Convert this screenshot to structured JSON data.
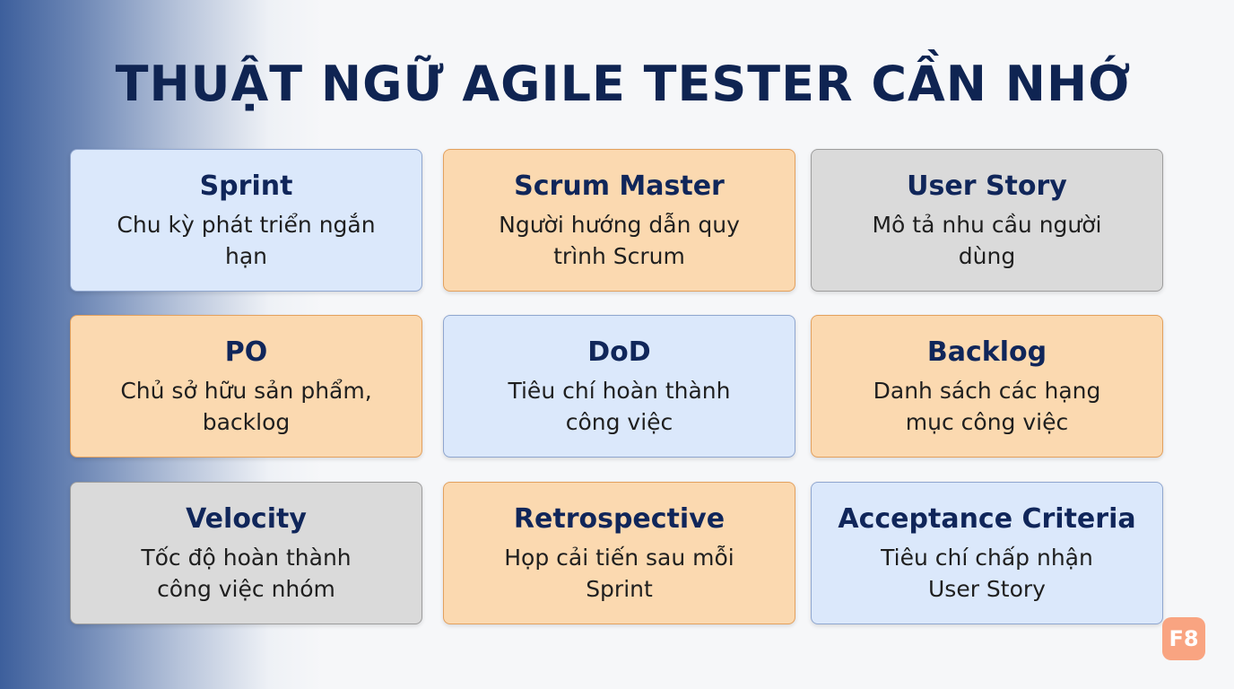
{
  "title": "THUẬT NGỮ AGILE TESTER CẦN NHỚ",
  "cards": [
    {
      "term": "Sprint",
      "desc": "Chu kỳ phát triển ngắn hạn",
      "color": "#dbe8fb"
    },
    {
      "term": "Scrum Master",
      "desc": "Người hướng dẫn quy trình Scrum",
      "color": "#fbd9b0"
    },
    {
      "term": "User Story",
      "desc": "Mô tả nhu cầu người dùng",
      "color": "#dadada"
    },
    {
      "term": "PO",
      "desc": "Chủ sở hữu sản phẩm, backlog",
      "color": "#fbd9b0"
    },
    {
      "term": "DoD",
      "desc": "Tiêu chí hoàn thành công việc",
      "color": "#dbe8fb"
    },
    {
      "term": "Backlog",
      "desc": "Danh sách các hạng mục công việc",
      "color": "#fbd9b0"
    },
    {
      "term": "Velocity",
      "desc": "Tốc độ hoàn thành công việc nhóm",
      "color": "#dadada"
    },
    {
      "term": "Retrospective",
      "desc": "Họp cải tiến sau mỗi Sprint",
      "color": "#fbd9b0"
    },
    {
      "term": "Acceptance Criteria",
      "desc": "Tiêu chí chấp nhận User Story",
      "color": "#dbe8fb"
    }
  ],
  "logo": {
    "text": "F8",
    "color": "#f9a481"
  },
  "colors": {
    "title": "#0f2452",
    "blue": "#dbe8fb",
    "orange": "#fbd9b0",
    "gray": "#dadada"
  }
}
